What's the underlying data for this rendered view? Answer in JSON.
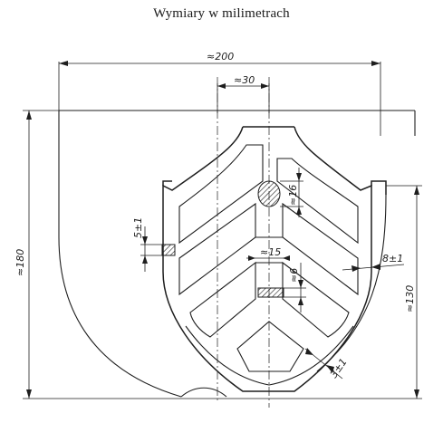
{
  "title": "Wymiary w milimetrach",
  "dimensions": {
    "overall_width": "≈200",
    "center_width": "≈30",
    "overall_height": "≈180",
    "right_height": "≈130",
    "oval_height": "≈16",
    "slot_width": "≈15",
    "slot_height": "≈6",
    "left_slot": "5±1",
    "rib_thickness": "8±1",
    "wall_thickness": "3±1"
  }
}
